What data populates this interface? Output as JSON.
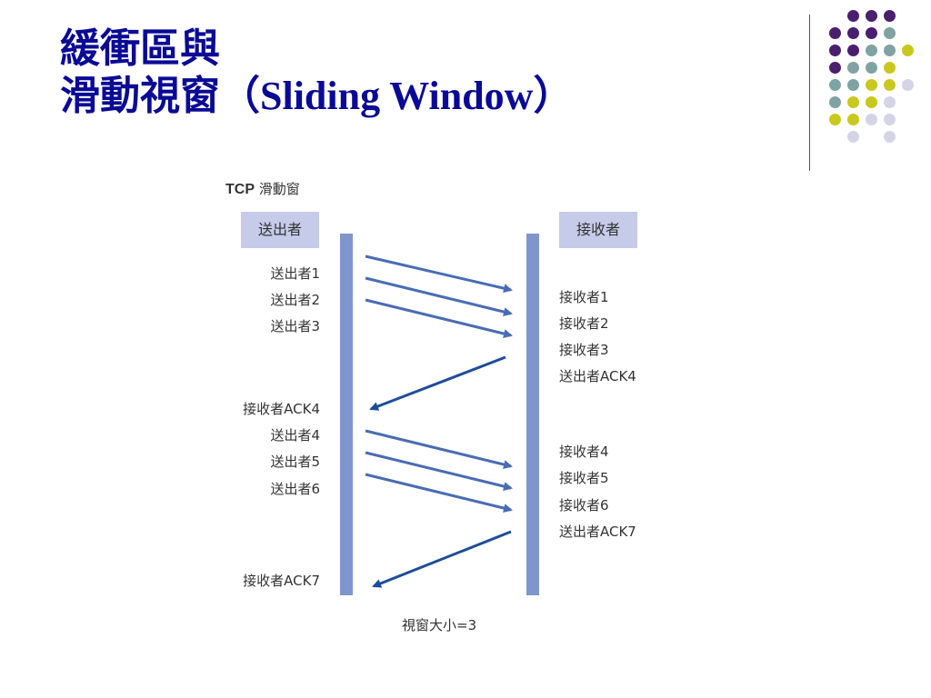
{
  "slide": {
    "title_line1": "緩衝區與",
    "title_line2_cjk": "滑動視窗（",
    "title_line2_en": "Sliding Window",
    "title_line2_end": "）"
  },
  "diagram": {
    "caption_bold": "TCP",
    "caption_rest": " 滑動窗",
    "sender_header": "送出者",
    "receiver_header": "接收者",
    "left_labels": [
      "送出者1",
      "送出者2",
      "送出者3",
      "接收者ACK4",
      "送出者4",
      "送出者5",
      "送出者6",
      "接收者ACK7"
    ],
    "right_labels": [
      "接收者1",
      "接收者2",
      "接收者3",
      "送出者ACK4",
      "接收者4",
      "接收者5",
      "接收者6",
      "送出者ACK7"
    ],
    "window_size": "視窗大小=3"
  },
  "colors": {
    "title": "#0a0a96",
    "bar": "#7f96cc",
    "box": "#c5cbe8",
    "arrow_forward": "#4a6cb4",
    "arrow_ack": "#1e4d9a",
    "dot_purple": "#4a1f6e",
    "dot_teal": "#7fa3a3",
    "dot_yellow": "#c8c81e",
    "dot_lilac": "#d4d4e6"
  }
}
